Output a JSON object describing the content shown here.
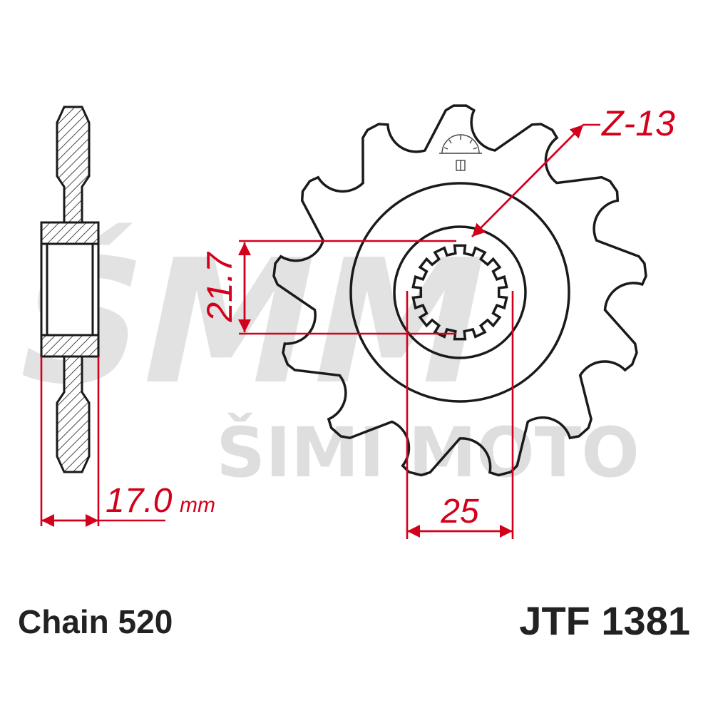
{
  "watermark": {
    "logo_text": "ŠMM",
    "brand_text": "ŠIMI MOTO",
    "color": "#dcdcdc"
  },
  "drawing": {
    "teeth_count": 13,
    "line_color": "#1a1a1a",
    "dimension_color": "#d3001b"
  },
  "labels": {
    "tooth_count": "Z-13",
    "spline_diameter": "21.7",
    "bore_diameter": "25",
    "thickness_value": "17.0",
    "thickness_unit": "mm",
    "chain": "Chain 520",
    "part_number": "JTF 1381"
  },
  "logo_icon": "jt-sprocket-logo-icon"
}
